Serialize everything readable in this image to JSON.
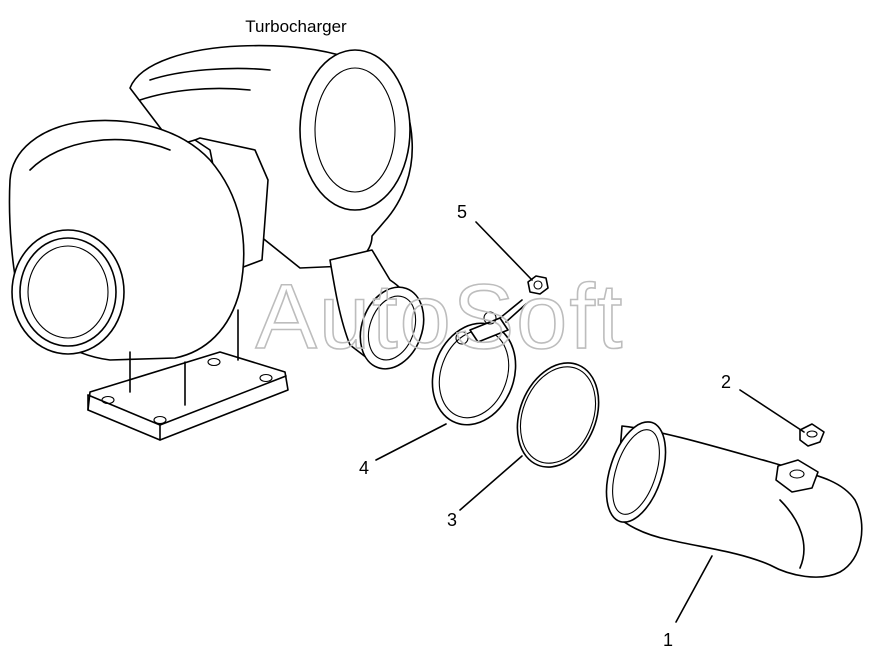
{
  "title": "Turbocharger",
  "watermark": "AutoSoft",
  "callouts": [
    "1",
    "2",
    "3",
    "4",
    "5"
  ],
  "parts": {
    "turbocharger": "turbocharger",
    "elbow_pipe": "elbow-pipe",
    "plug": "plug",
    "gasket": "gasket",
    "clamp": "clamp",
    "nut": "nut"
  },
  "colors": {
    "line": "#000000",
    "watermark": "#bdbdbd",
    "background": "#ffffff"
  }
}
